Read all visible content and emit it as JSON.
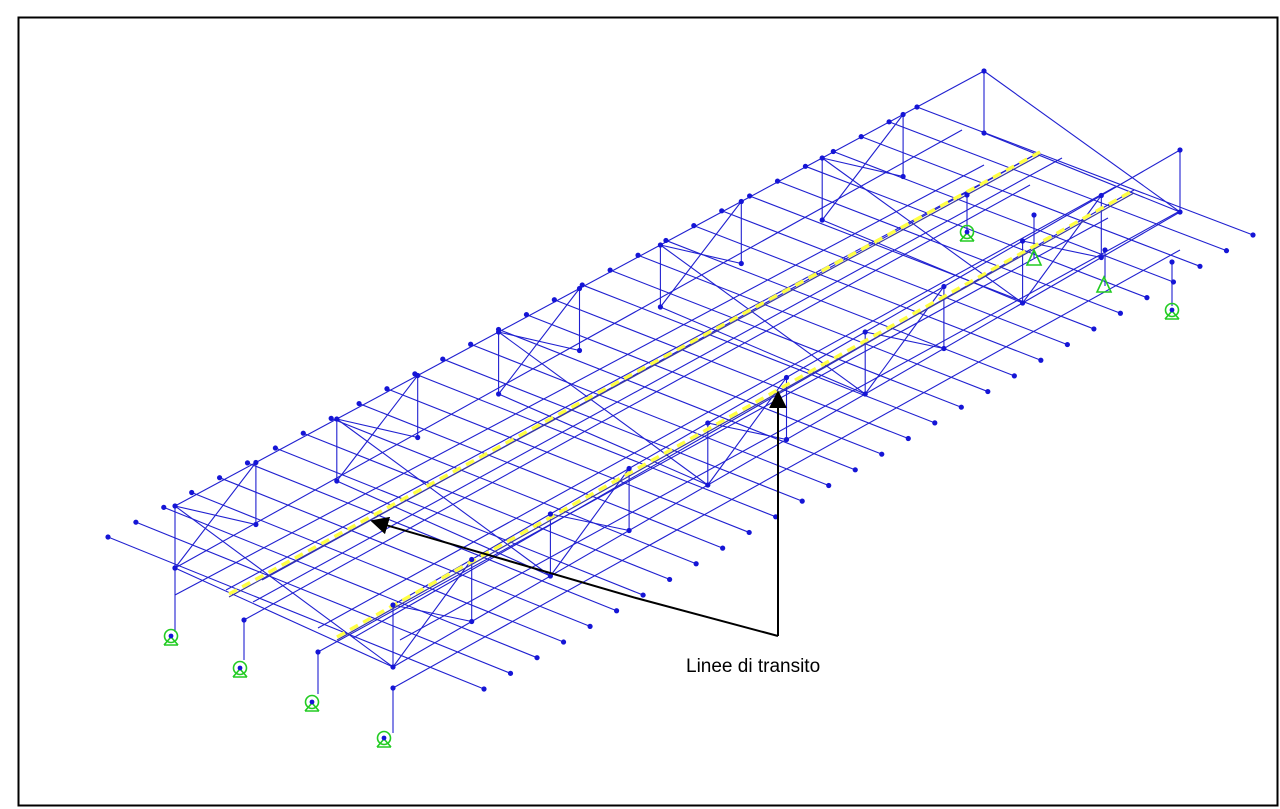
{
  "annotation": {
    "label": "Linee di transito"
  },
  "colors": {
    "structure": "#2020d0",
    "node": "#1515d6",
    "transit_line": "#ffff44",
    "support": "#22cc22",
    "annotation": "#000000",
    "border": "#000000"
  },
  "model": {
    "view": "3D structural frame model (isometric)",
    "cross_beams_per_side": 30,
    "supports": [
      "pinned-support-icon",
      "pinned-support-icon",
      "pinned-support-icon",
      "pinned-support-icon",
      "pinned-support-icon",
      "roller-support-icon",
      "roller-support-icon",
      "pinned-support-icon"
    ]
  }
}
